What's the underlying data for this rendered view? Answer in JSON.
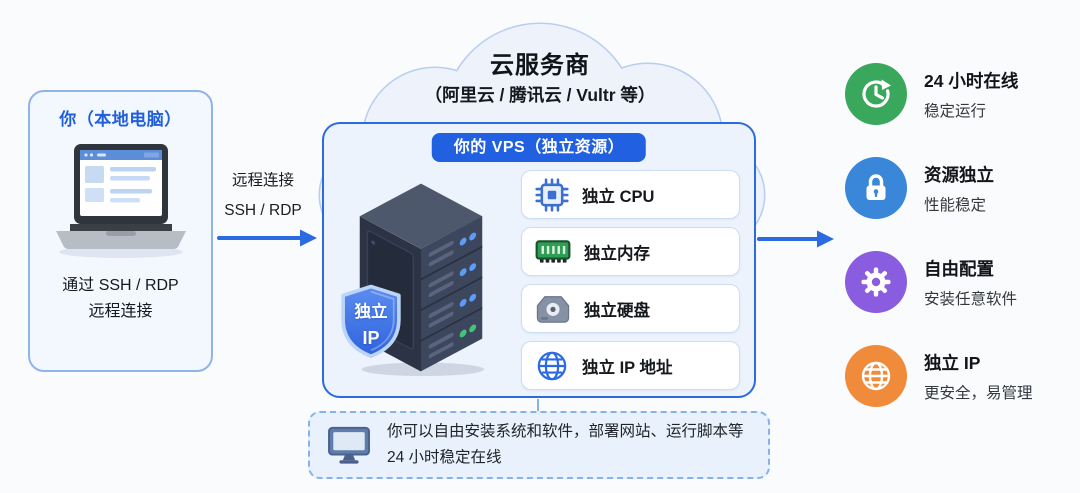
{
  "colors": {
    "accent_blue": "#2b6ae0",
    "feature_green": "#3aa85c",
    "feature_blue": "#3a87d9",
    "feature_purple": "#8a5de0",
    "feature_orange": "#ef8b3a"
  },
  "left_panel": {
    "title": "你（本地电脑）",
    "caption_line1": "通过 SSH / RDP",
    "caption_line2": "远程连接"
  },
  "connector_left": {
    "line1": "远程连接",
    "line2": "SSH / RDP"
  },
  "cloud": {
    "title": "云服务商",
    "subtitle": "（阿里云 / 腾讯云 / Vultr 等）"
  },
  "vps": {
    "banner": "你的 VPS（独立资源）",
    "shield": {
      "line1": "独立",
      "line2": "IP"
    },
    "resources": [
      {
        "icon": "cpu-icon",
        "label": "独立 CPU"
      },
      {
        "icon": "ram-icon",
        "label": "独立内存"
      },
      {
        "icon": "disk-icon",
        "label": "独立硬盘"
      },
      {
        "icon": "globe-icon",
        "label": "独立 IP 地址"
      }
    ]
  },
  "features": [
    {
      "icon": "clock-history-icon",
      "color": "#3aa85c",
      "title": "24 小时在线",
      "subtitle": "稳定运行"
    },
    {
      "icon": "lock-icon",
      "color": "#3a87d9",
      "title": "资源独立",
      "subtitle": "性能稳定"
    },
    {
      "icon": "gear-icon",
      "color": "#8a5de0",
      "title": "自由配置",
      "subtitle": "安装任意软件"
    },
    {
      "icon": "globe-icon",
      "color": "#ef8b3a",
      "title": "独立 IP",
      "subtitle": "更安全，易管理"
    }
  ],
  "note": {
    "line1": "你可以自由安装系统和软件，部署网站、运行脚本等",
    "line2": "24 小时稳定在线"
  }
}
